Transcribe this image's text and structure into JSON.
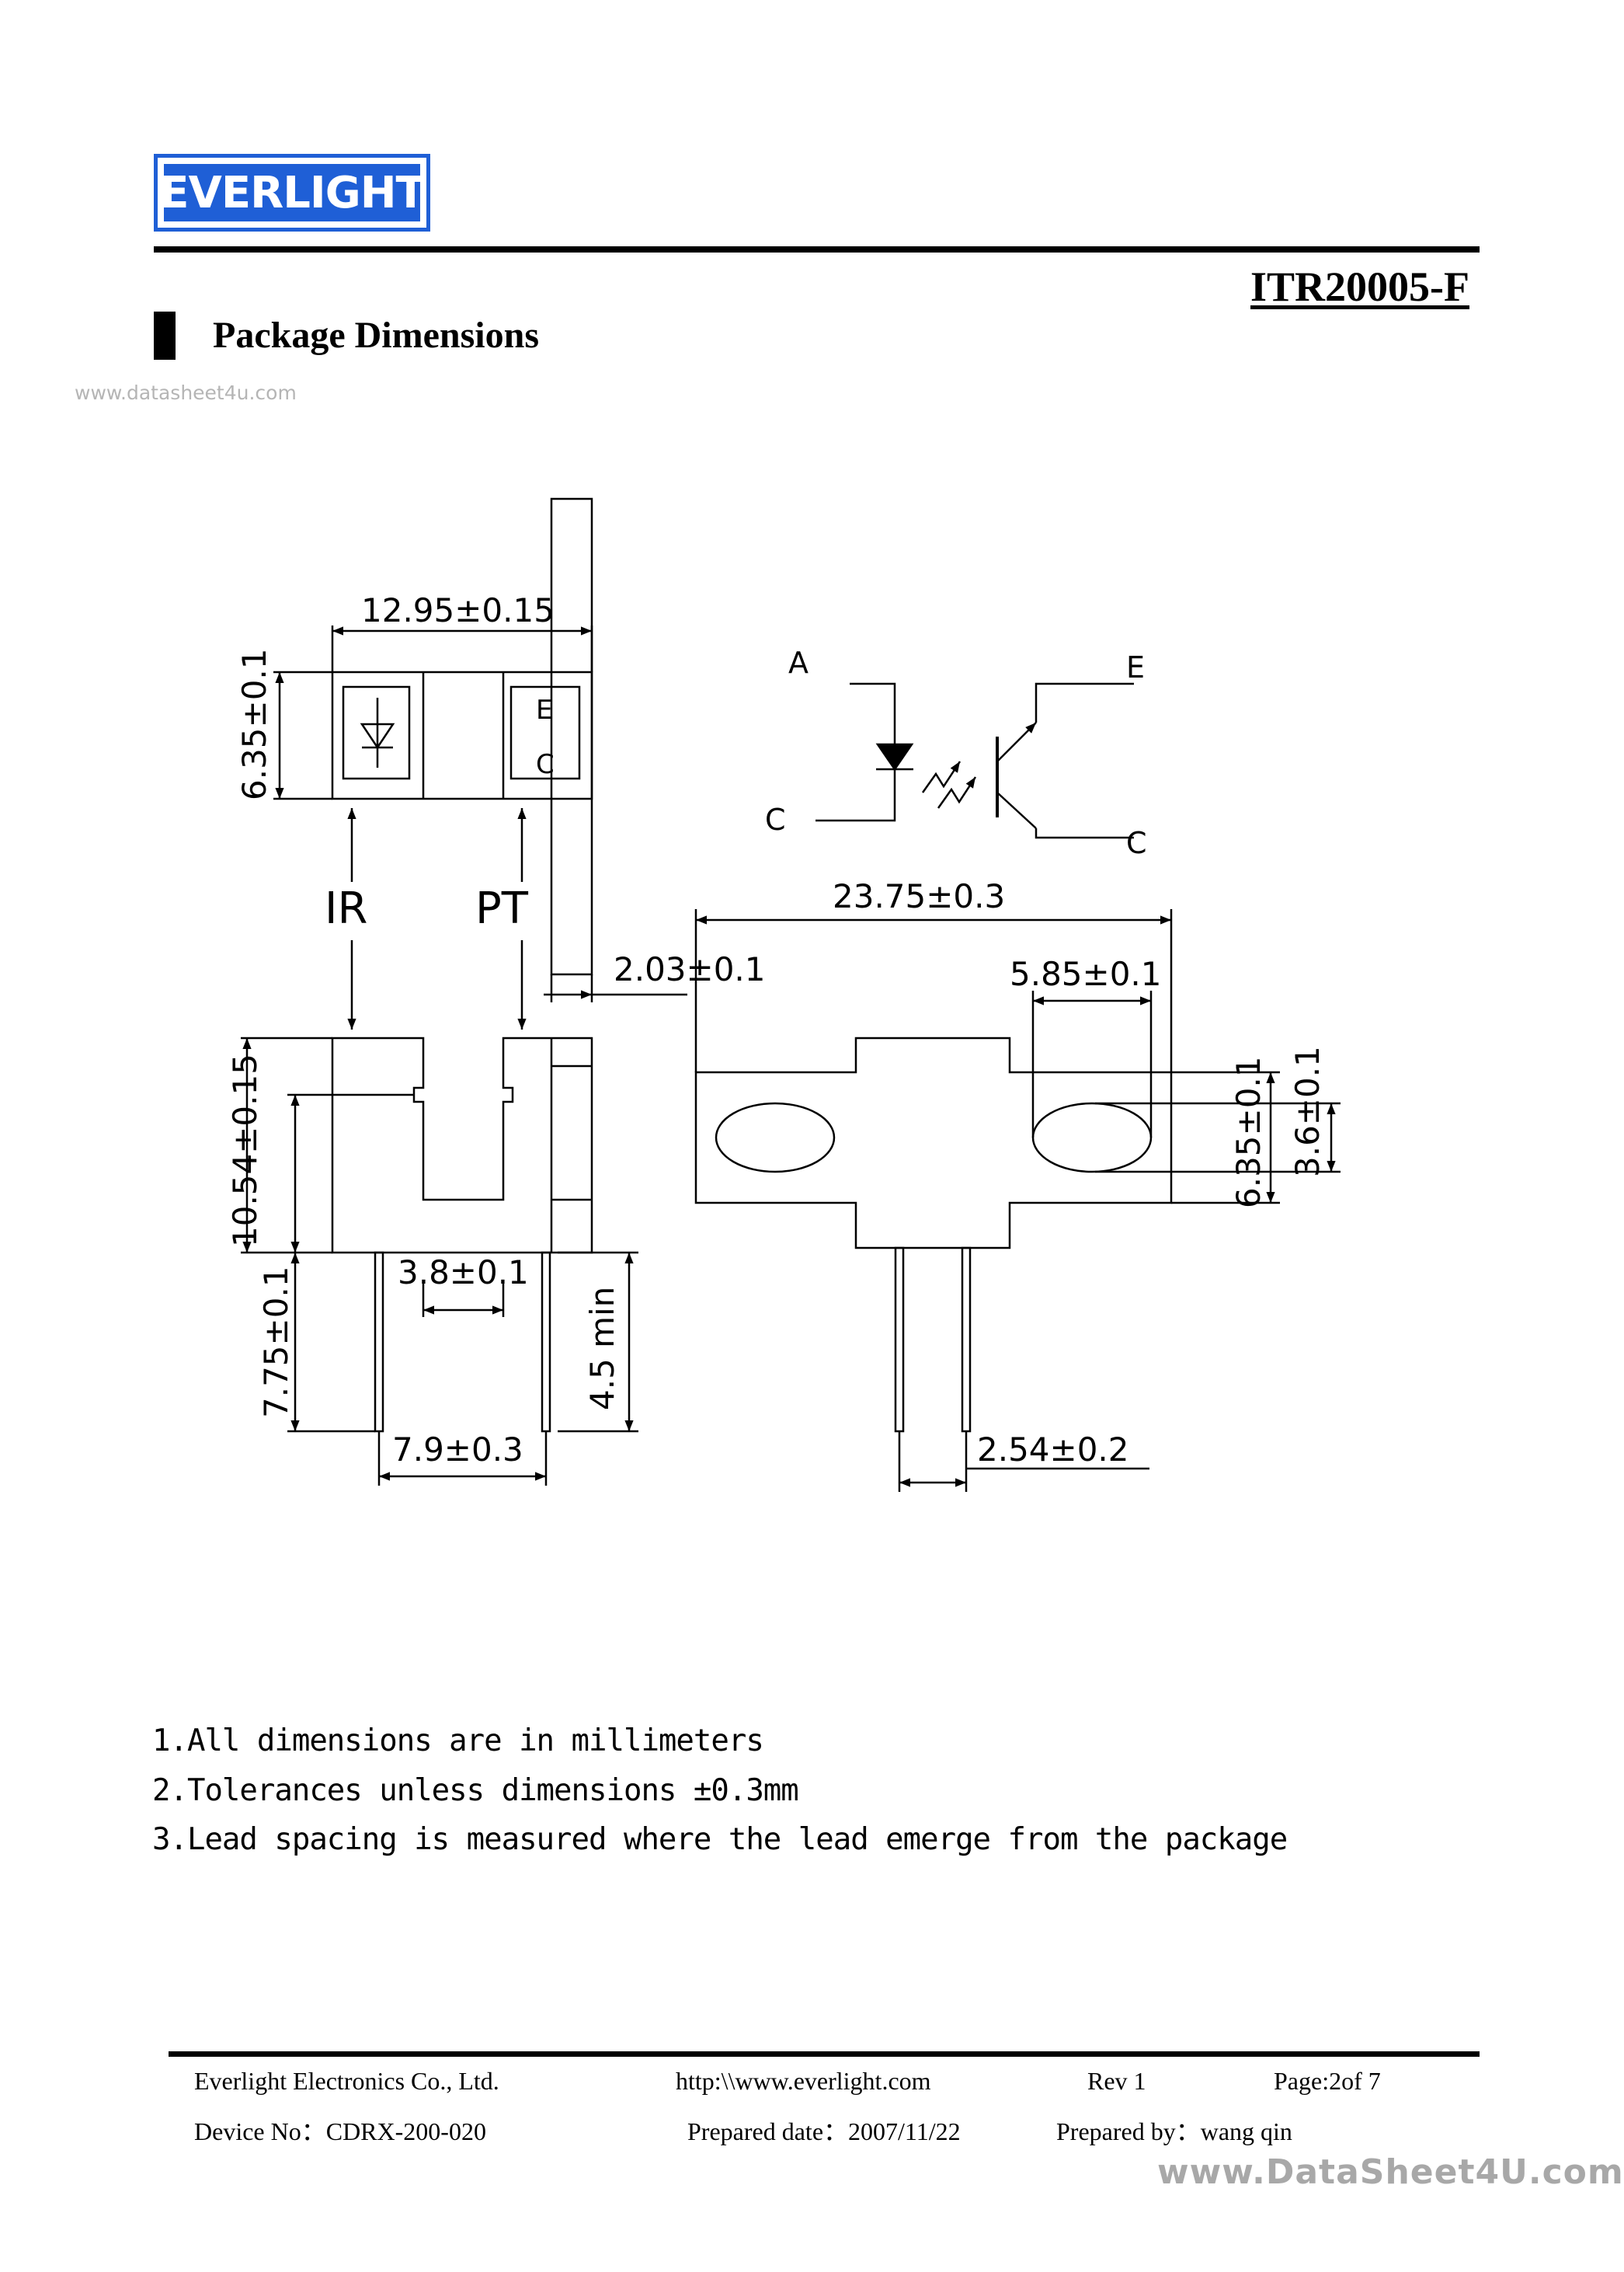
{
  "header": {
    "logo_text": "EVERLIGHT",
    "part_number": "ITR20005-F",
    "section_title": "Package Dimensions",
    "watermark_top": "www.datasheet4u.com"
  },
  "drawing": {
    "dim_width": "12.95±0.15",
    "dim_height_top": "6.35±0.1",
    "ir_label": "IR",
    "pt_label": "PT",
    "pin_e": "E",
    "pin_c": "C",
    "dim_thickness": "2.03±0.1",
    "dim_total_height": "10.54±0.15",
    "dim_gap": "3.8±0.1",
    "dim_lead_length": "7.75±0.1",
    "dim_lead_min": "4.5 min",
    "dim_lead_pitch": "7.9±0.3",
    "schematic_a": "A",
    "schematic_c_left": "C",
    "schematic_e": "E",
    "schematic_c_right": "C",
    "dim_overall_length": "23.75±0.3",
    "dim_hole_width": "5.85±0.1",
    "dim_body_height": "6.35±0.1",
    "dim_hole_height": "3.6±0.1",
    "dim_pin_spacing": "2.54±0.2"
  },
  "notes": [
    "1.All dimensions are in millimeters",
    "2.Tolerances unless dimensions ±0.3mm",
    "3.Lead spacing is measured where the lead emerge from the package"
  ],
  "footer": {
    "company": "Everlight Electronics Co., Ltd.",
    "website": "http:\\\\www.everlight.com",
    "rev": "Rev 1",
    "page": "Page:2of 7",
    "device_no": "Device No：CDRX-200-020",
    "prepared_date": "Prepared date：2007/11/22",
    "prepared_by": "Prepared by：wang qin",
    "watermark_bottom": "www.DataSheet4U.com"
  }
}
